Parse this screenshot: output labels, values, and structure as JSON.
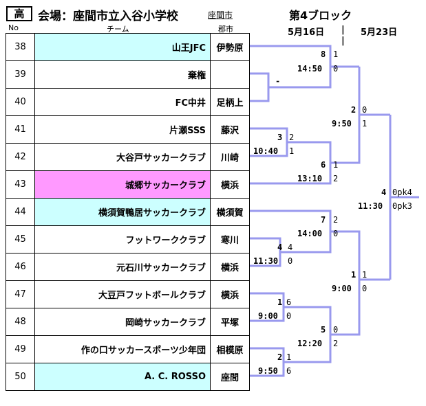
{
  "header": {
    "level": "高",
    "venue": "会場：座間市立入谷小学校",
    "city": "座間市",
    "block": "第4ブロック",
    "date1": "5月16日",
    "date2": "5月23日",
    "col_no": "No",
    "col_team": "チーム",
    "col_pref": "郡市"
  },
  "colors": {
    "bracket": "#9999ee",
    "cyan": "#ccffff",
    "pink": "#ff99ff"
  },
  "teams": [
    {
      "no": "38",
      "name": "山王JFC",
      "area": "伊勢原",
      "hl": "cyan"
    },
    {
      "no": "39",
      "name": "棄権",
      "area": "",
      "hl": ""
    },
    {
      "no": "40",
      "name": "FC中井",
      "area": "足柄上",
      "hl": ""
    },
    {
      "no": "41",
      "name": "片瀬SSS",
      "area": "藤沢",
      "hl": ""
    },
    {
      "no": "42",
      "name": "大谷戸サッカークラブ",
      "area": "川崎",
      "hl": ""
    },
    {
      "no": "43",
      "name": "城郷サッカークラブ",
      "area": "横浜",
      "hl": "pink"
    },
    {
      "no": "44",
      "name": "横須賀鴨居サッカークラブ",
      "area": "横須賀",
      "hl": "cyan"
    },
    {
      "no": "45",
      "name": "フットワーククラブ",
      "area": "寒川",
      "hl": ""
    },
    {
      "no": "46",
      "name": "元石川サッカークラブ",
      "area": "横浜",
      "hl": ""
    },
    {
      "no": "47",
      "name": "大豆戸フットボールクラブ",
      "area": "横浜",
      "hl": ""
    },
    {
      "no": "48",
      "name": "岡崎サッカークラブ",
      "area": "平塚",
      "hl": ""
    },
    {
      "no": "49",
      "name": "作の口サッカースポーツ少年団",
      "area": "相模原",
      "hl": ""
    },
    {
      "no": "50",
      "name": "A. C. ROSSO",
      "area": "座間",
      "hl": "cyan"
    }
  ],
  "matches": {
    "m1": {
      "id": "1",
      "time": "9:00",
      "s1": "6",
      "s2": "0"
    },
    "m2": {
      "id": "2",
      "time": "9:50",
      "s1": "1",
      "s2": "6"
    },
    "m3": {
      "id": "3",
      "time": "10:40",
      "s1": "2",
      "s2": "1"
    },
    "m4": {
      "id": "4",
      "time": "11:30",
      "s1": "4",
      "s2": "0"
    },
    "m5": {
      "id": "5",
      "time": "12:20",
      "s1": "0",
      "s2": "2"
    },
    "m6": {
      "id": "6",
      "time": "13:10",
      "s1": "1",
      "s2": "2"
    },
    "m7": {
      "id": "7",
      "time": "14:00",
      "s1": "2",
      "s2": "0"
    },
    "m8": {
      "id": "8",
      "time": "14:50",
      "s1": "1",
      "s2": "0"
    },
    "m39": {
      "label": "-"
    },
    "r2": {
      "id": "2",
      "time": "9:50",
      "s1": "0",
      "s2": "1"
    },
    "r1": {
      "id": "1",
      "time": "9:00",
      "s1": "1",
      "s2": "0"
    },
    "final": {
      "id": "4",
      "time": "11:30",
      "s1": "0pk4",
      "s2": "0pk3"
    }
  }
}
